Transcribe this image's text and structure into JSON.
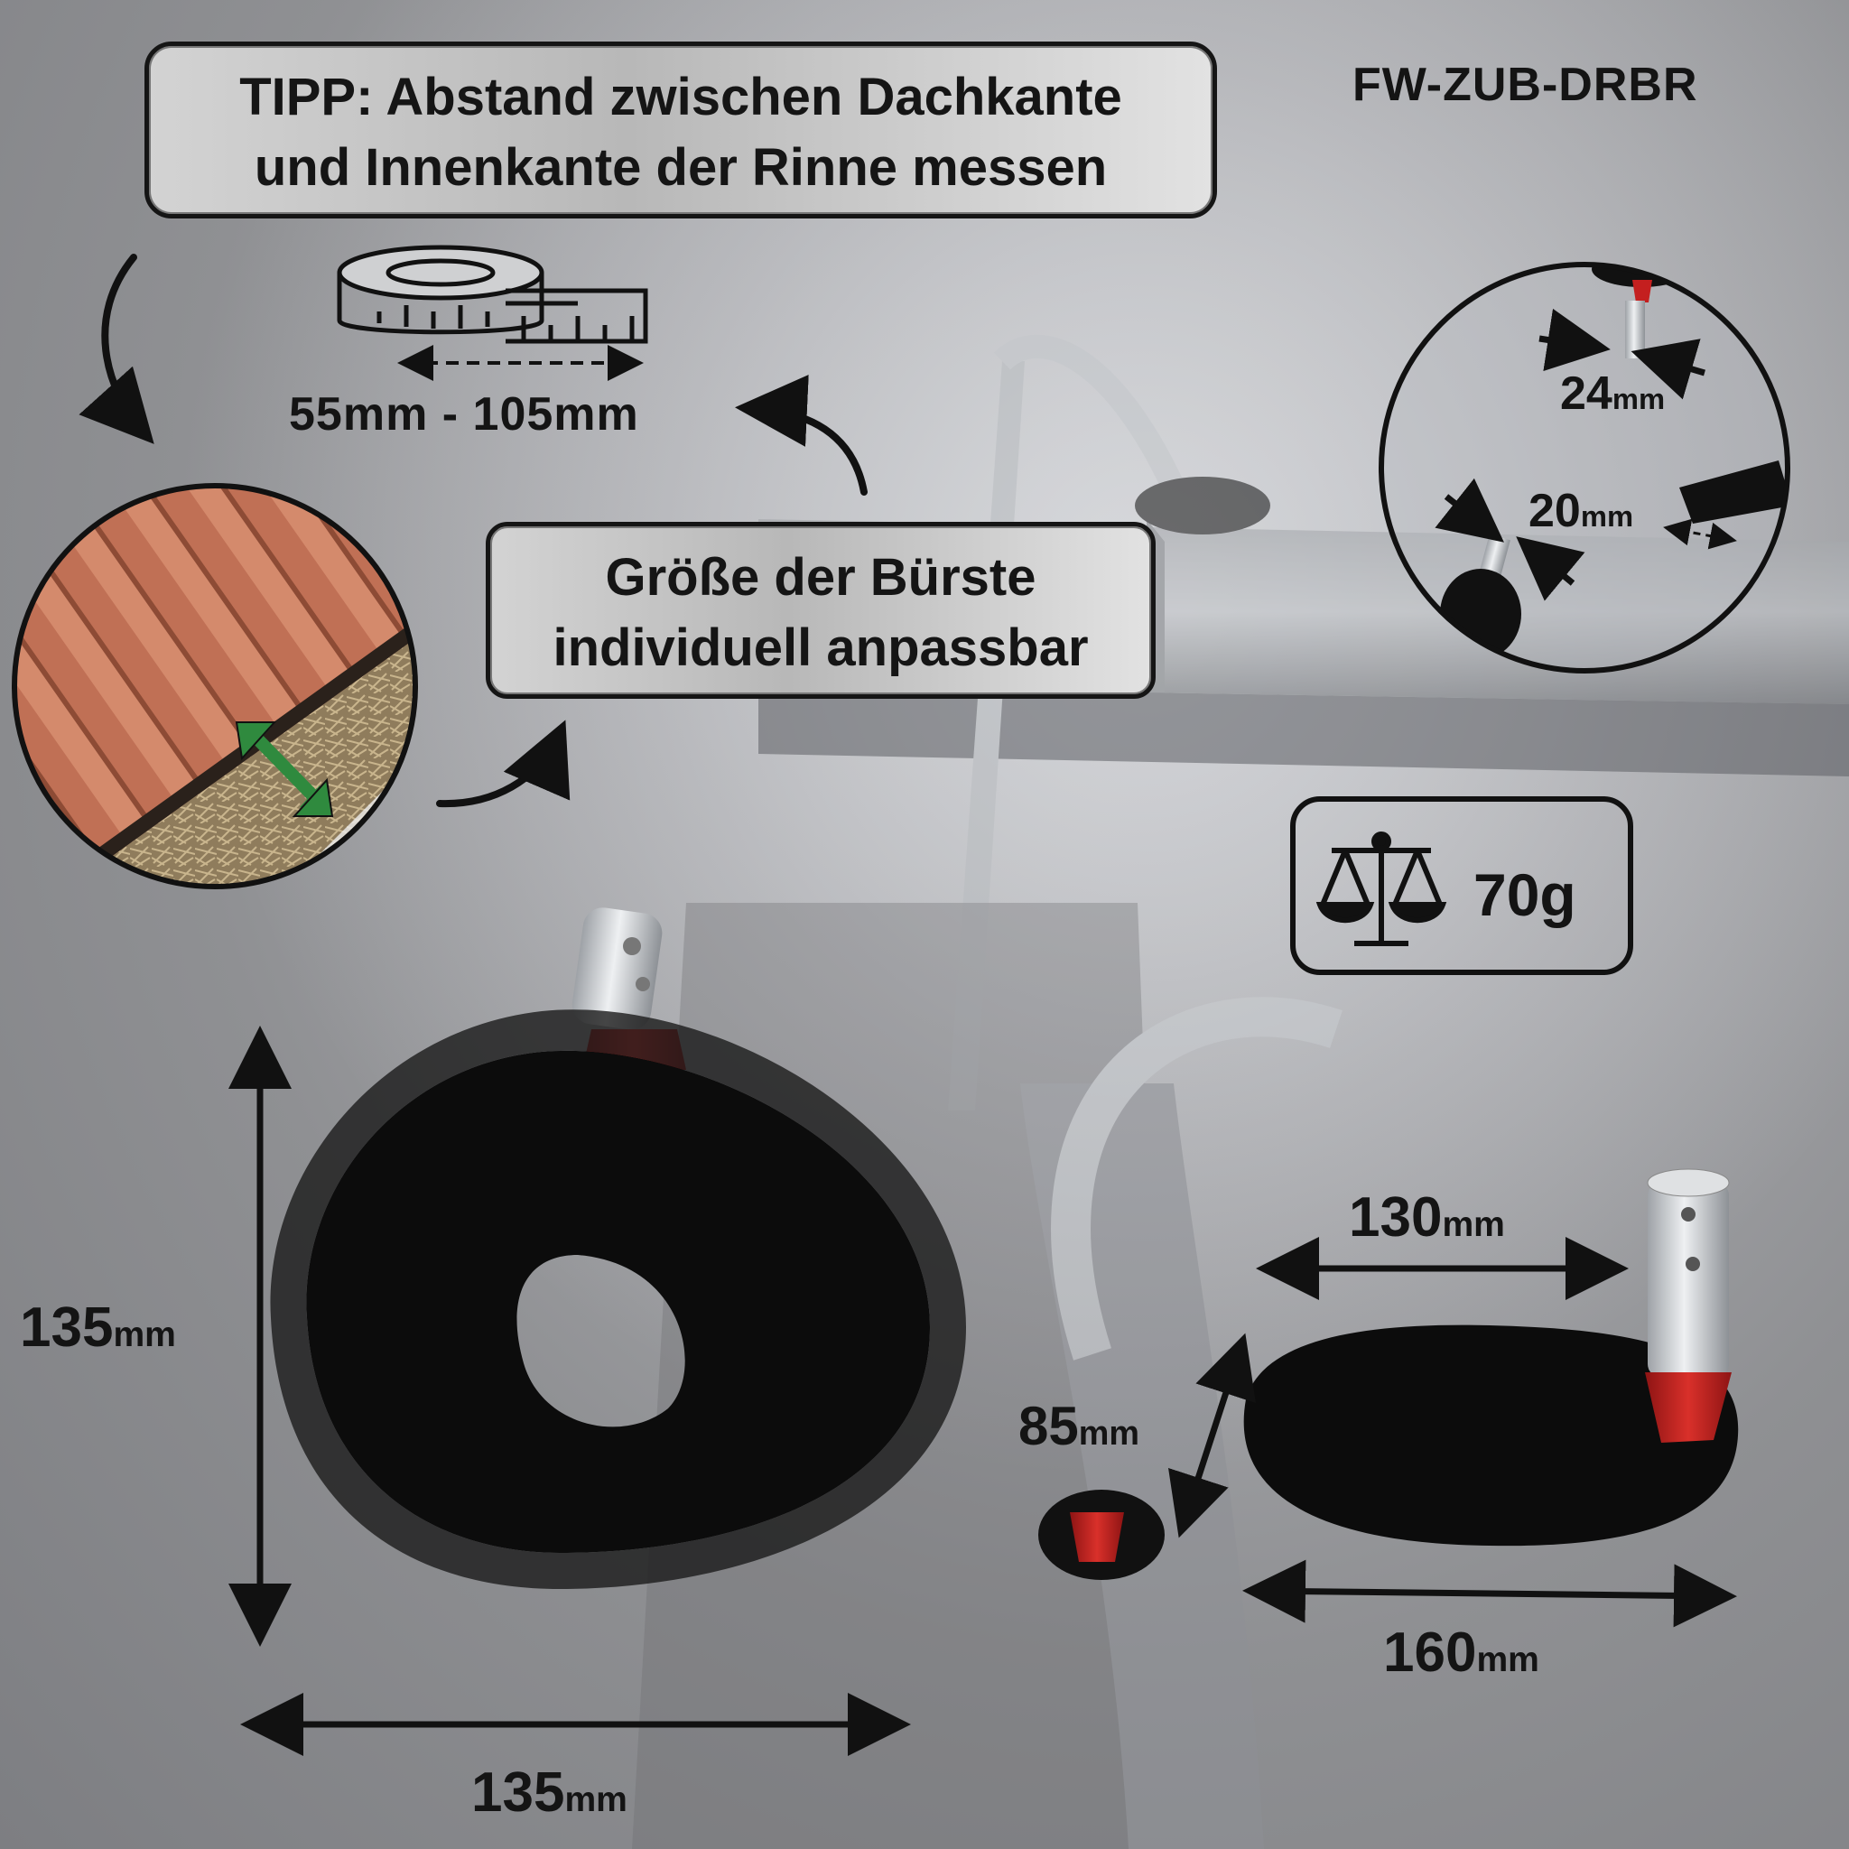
{
  "product_code": "FW-ZUB-DRBR",
  "tip": {
    "line1": "TIPP: Abstand zwischen Dachkante",
    "line2": "und Innenkante  der Rinne messen"
  },
  "adjustable": {
    "line1": "Größe der Bürste",
    "line2": "individuell anpassbar"
  },
  "measure_range": "55mm - 105mm",
  "weight": "70g",
  "inset": {
    "d1": {
      "value": "24",
      "unit": "mm"
    },
    "d2": {
      "value": "20",
      "unit": "mm"
    }
  },
  "round_brush": {
    "height": {
      "value": "135",
      "unit": "mm"
    },
    "width": {
      "value": "135",
      "unit": "mm"
    }
  },
  "oval_brush": {
    "inner_length": {
      "value": "130",
      "unit": "mm"
    },
    "height": {
      "value": "85",
      "unit": "mm"
    },
    "total_length": {
      "value": "160",
      "unit": "mm"
    }
  },
  "colors": {
    "brush": "#0c0c0c",
    "red_cap": "#c41f1f",
    "metal": "#c9ccd0",
    "arrow_green": "#2f8a3e",
    "roof_tile": "#c5755a"
  },
  "icons": [
    "tape-measure-icon",
    "scale-icon",
    "curved-arrow-icon",
    "double-arrow-icon"
  ]
}
